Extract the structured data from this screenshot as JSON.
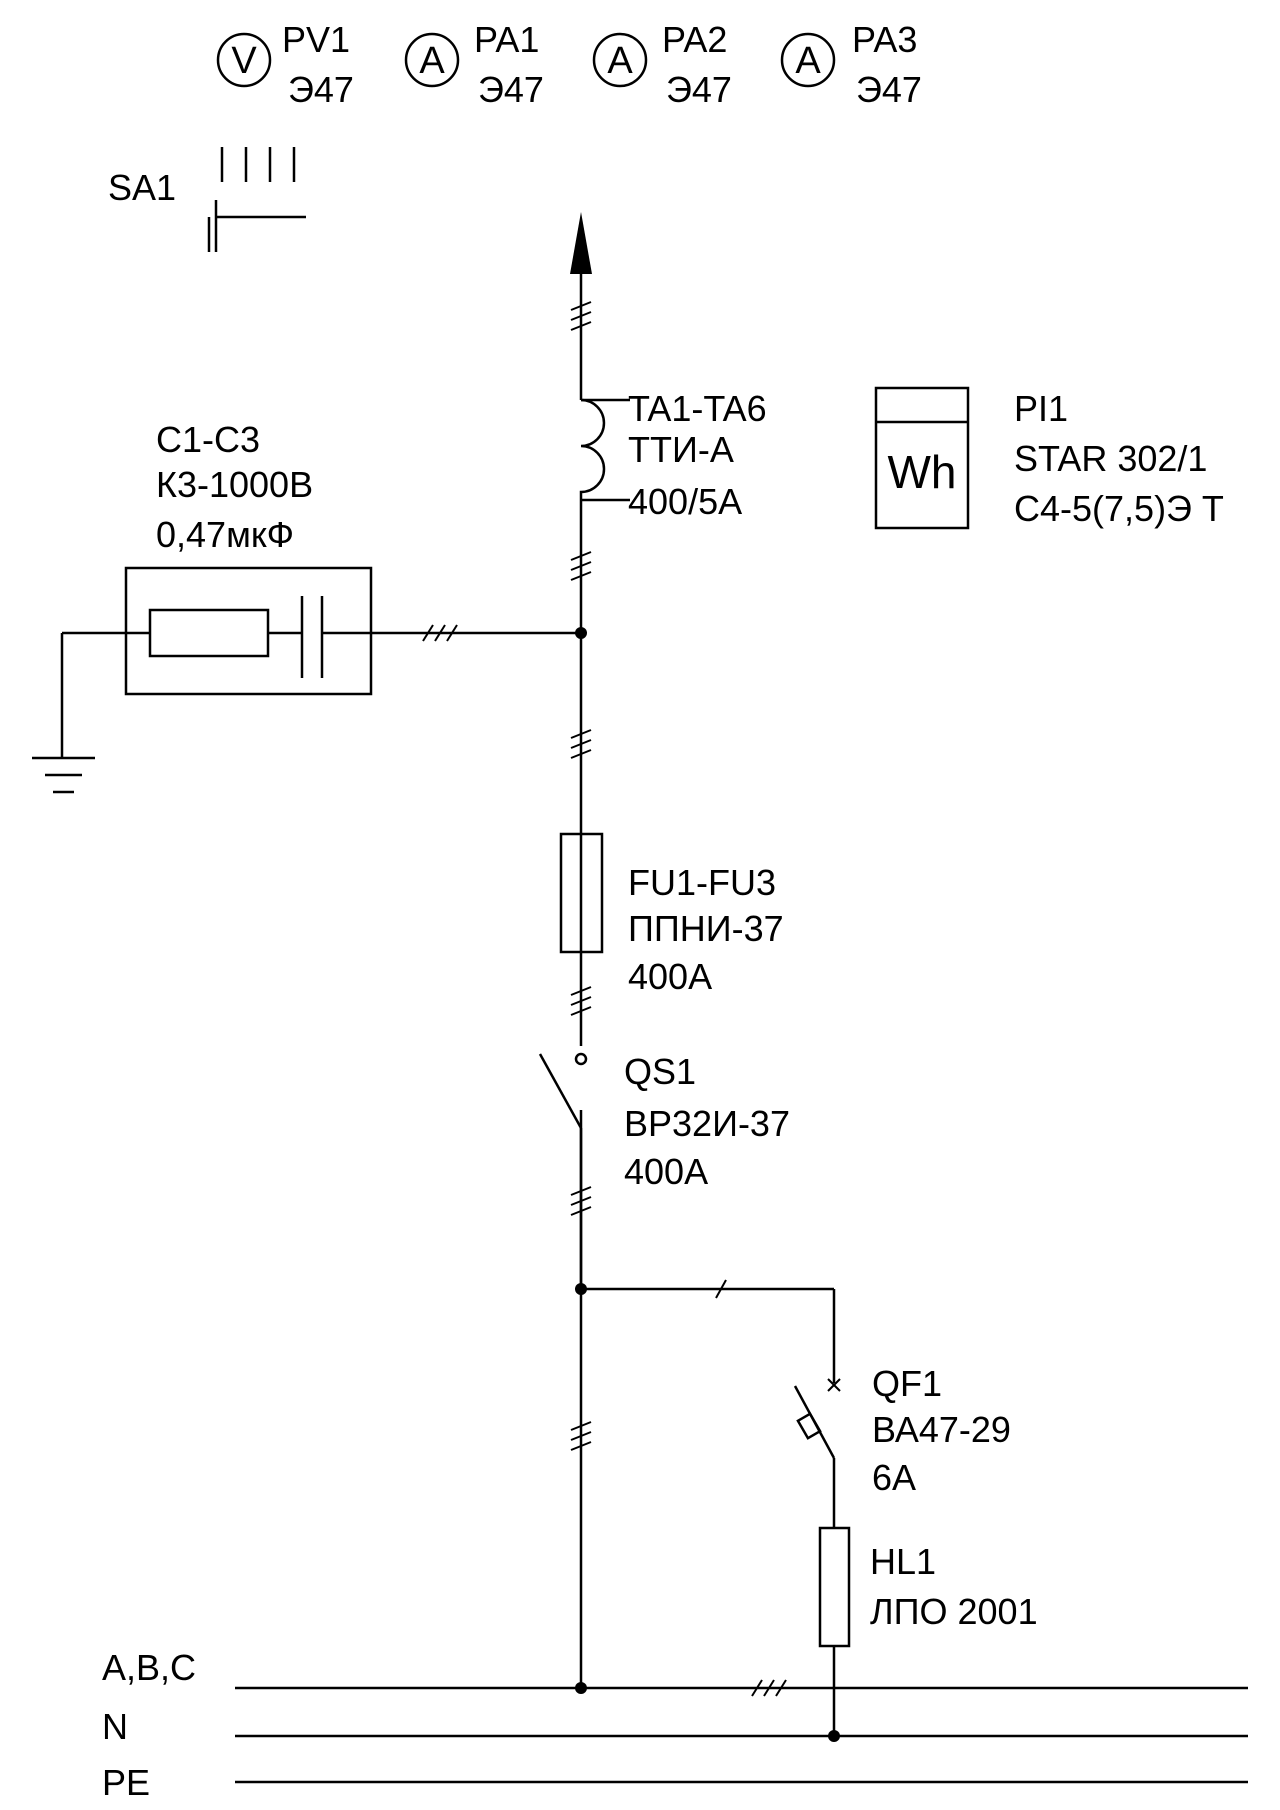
{
  "meters": [
    {
      "symbol": "V",
      "ref": "PV1",
      "type": "Э47"
    },
    {
      "symbol": "A",
      "ref": "PA1",
      "type": "Э47"
    },
    {
      "symbol": "A",
      "ref": "PA2",
      "type": "Э47"
    },
    {
      "symbol": "A",
      "ref": "PA3",
      "type": "Э47"
    }
  ],
  "switch_sa1": {
    "ref": "SA1"
  },
  "current_transformers": {
    "ref": "TA1-TA6",
    "type": "ТТИ-А",
    "rating": "400/5A"
  },
  "energy_meter": {
    "symbol": "Wh",
    "ref": "PI1",
    "type": "STAR 302/1",
    "spec": "C4-5(7,5)Э Т"
  },
  "capacitors": {
    "ref": "C1-C3",
    "type": "К3-1000В",
    "rating": "0,47мкФ"
  },
  "fuses": {
    "ref": "FU1-FU3",
    "type": "ППНИ-37",
    "rating": "400A"
  },
  "disconnector": {
    "ref": "QS1",
    "type": "ВР32И-37",
    "rating": "400A"
  },
  "breaker": {
    "ref": "QF1",
    "type": "ВА47-29",
    "rating": "6A"
  },
  "lamp": {
    "ref": "HL1",
    "type": "ЛПО 2001"
  },
  "buses": [
    {
      "label": "A,B,C"
    },
    {
      "label": "N"
    },
    {
      "label": "PE"
    }
  ],
  "icons": [
    "ground-icon",
    "arrow-up-icon",
    "tick-marks-icon"
  ]
}
